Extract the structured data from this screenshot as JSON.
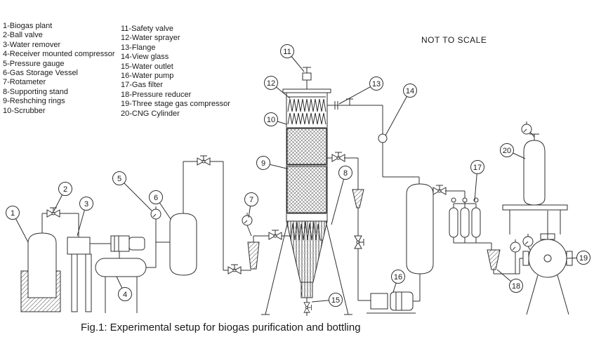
{
  "colors": {
    "ink": "#1a1a1a",
    "line": "#2f2f2f"
  },
  "note": "NOT TO SCALE",
  "caption": "Fig.1: Experimental setup for biogas purification and bottling",
  "legend": {
    "col1": [
      "1-Biogas plant",
      "2-Ball valve",
      "3-Water remover",
      "4-Receiver mounted compressor",
      "5-Pressure gauge",
      "6-Gas Storage Vessel",
      "7-Rotameter",
      "8-Supporting stand",
      "9-Reshching rings",
      "10-Scrubber"
    ],
    "col2": [
      "11-Safety valve",
      "12-Water sprayer",
      "13-Flange",
      "14-View glass",
      "15-Water outlet",
      "16-Water pump",
      "17-Gas filter",
      "18-Pressure reducer",
      "19-Three stage gas compressor",
      "20-CNG Cylinder"
    ]
  },
  "callouts": [
    "1",
    "2",
    "3",
    "4",
    "5",
    "6",
    "7",
    "8",
    "9",
    "10",
    "11",
    "12",
    "13",
    "14",
    "15",
    "16",
    "17",
    "18",
    "19",
    "20"
  ]
}
